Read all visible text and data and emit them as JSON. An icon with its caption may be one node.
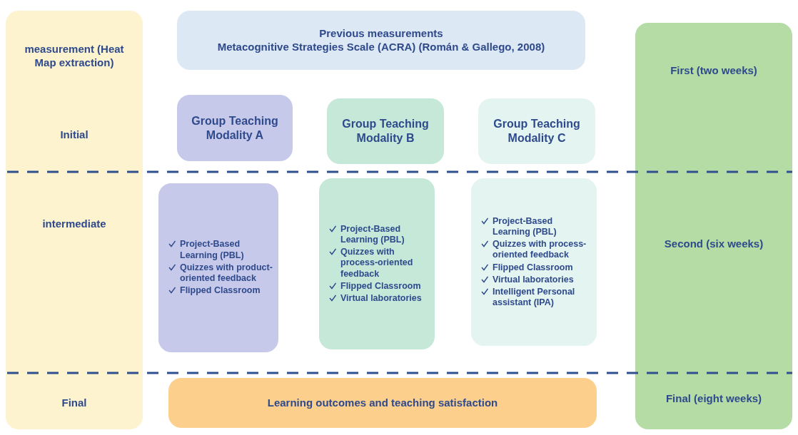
{
  "diagram": {
    "nodes": [
      {
        "text": [
          "measurement (Heat Map extraction)",
          "Initial",
          "intermediate",
          "Final"
        ]
      },
      {
        "text": [
          "Previous measurements",
          "Metacognitive Strategies Scale (ACRA) (Román & Gallego, 2008)"
        ]
      },
      {
        "text": [
          "First (two weeks)",
          "Second (six weeks)",
          "Final (eight weeks)"
        ]
      },
      {
        "text": [
          "Group Teaching Modality A"
        ]
      },
      {
        "text": [
          "Group Teaching Modality B"
        ]
      },
      {
        "text": [
          "Group Teaching Modality C"
        ]
      },
      {
        "text": [
          "Project-Based Learning (PBL)",
          "Quizzes with product-oriented feedback",
          "Flipped Classroom"
        ]
      },
      {
        "text": [
          "Project-Based Learning (PBL)",
          "Quizzes with process-oriented feedback",
          "Flipped Classroom",
          "Virtual laboratories"
        ]
      },
      {
        "text": [
          "Project-Based Learning (PBL)",
          "Quizzes with process-oriented feedback",
          "Flipped Classroom",
          "Virtual laboratories",
          "Intelligent Personal assistant (IPA)"
        ]
      },
      {
        "text": [
          "Learning outcomes and teaching satisfaction"
        ]
      }
    ],
    "edges": []
  }
}
